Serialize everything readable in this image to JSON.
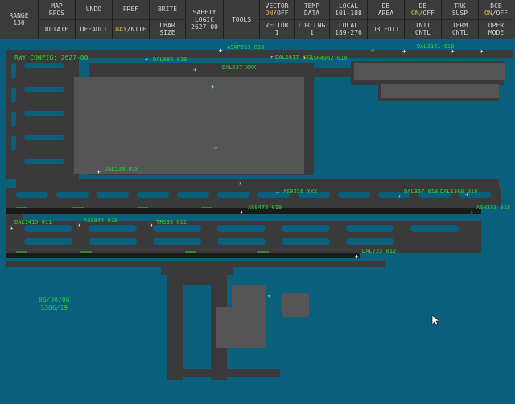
{
  "toolbar": {
    "range": {
      "label": "RANGE",
      "value": "130"
    },
    "map_rpos": {
      "line1": "MAP",
      "line2": "RPOS"
    },
    "rotate": "ROTATE",
    "undo": "UNDO",
    "default": "DEFAULT",
    "pref": "PREF",
    "day": "DAY",
    "nite": "NITE",
    "brite": "BRITE",
    "char_size": {
      "line1": "CHAR",
      "line2": "SIZE"
    },
    "safety_logic": {
      "line1": "SAFETY",
      "line2": "LOGIC",
      "line3": "2627-00"
    },
    "tools": "TOOLS",
    "vector": {
      "label": "VECTOR",
      "on": "ON",
      "off": "OFF"
    },
    "vector1": {
      "label": "VECTOR",
      "value": "1"
    },
    "temp_data": {
      "line1": "TEMP",
      "line2": "DATA"
    },
    "ldr_lng": {
      "line1": "LDR LNG",
      "line2": "1"
    },
    "local1": {
      "line1": "LOCAL",
      "line2": "101-188"
    },
    "local2": {
      "line1": "LOCAL",
      "line2": "189-276"
    },
    "db_area": {
      "line1": "DB",
      "line2": "AREA"
    },
    "db_edit": "DB EDIT",
    "db_onoff": {
      "label": "DB",
      "on": "ON",
      "off": "OFF"
    },
    "init_cntl": {
      "line1": "INIT",
      "line2": "CNTL"
    },
    "trk_susp": {
      "line1": "TRK",
      "line2": "SUSP"
    },
    "term_cntl": {
      "line1": "TERM",
      "line2": "CNTL"
    },
    "dcb": {
      "label": "DCB",
      "on": "ON",
      "off": "OFF"
    },
    "oper_mode": {
      "line1": "OPER",
      "line2": "MODE"
    }
  },
  "map": {
    "rwy_config": "RWY CONFIG: 2627-00",
    "clock": {
      "date": "06/30/06",
      "time": "1306/19"
    }
  },
  "aircraft": [
    {
      "label": "ASAP263 018",
      "color": "#ffffff"
    },
    {
      "label": "DAL984 018",
      "color": "#5fe0e0"
    },
    {
      "label": "DAL537 XXX",
      "color": "#5fe0e0"
    },
    {
      "label": "DAL1417 XXX",
      "color": "#5fe0e0"
    },
    {
      "label": "ASH4962 018",
      "color": "#e0b64a"
    },
    {
      "label": "DAL3141 018",
      "color": "#ffffff"
    },
    {
      "label": "DAL534 018",
      "color": "#ffffff"
    },
    {
      "label": "AS9216 XXX",
      "color": "#5fe0e0"
    },
    {
      "label": "AS9472 018",
      "color": "#ffffff"
    },
    {
      "label": "DAL1415 011",
      "color": "#ffffff"
    },
    {
      "label": "AS9844 018",
      "color": "#ffffff"
    },
    {
      "label": "TRS35 011",
      "color": "#ffffff"
    },
    {
      "label": "DAL357 018",
      "color": "#5fe0e0"
    },
    {
      "label": "DAL1366 018",
      "color": "#e0b64a"
    },
    {
      "label": "ASH333 018",
      "color": "#ffffff"
    },
    {
      "label": "DAL723 012",
      "color": "#ffffff"
    }
  ]
}
